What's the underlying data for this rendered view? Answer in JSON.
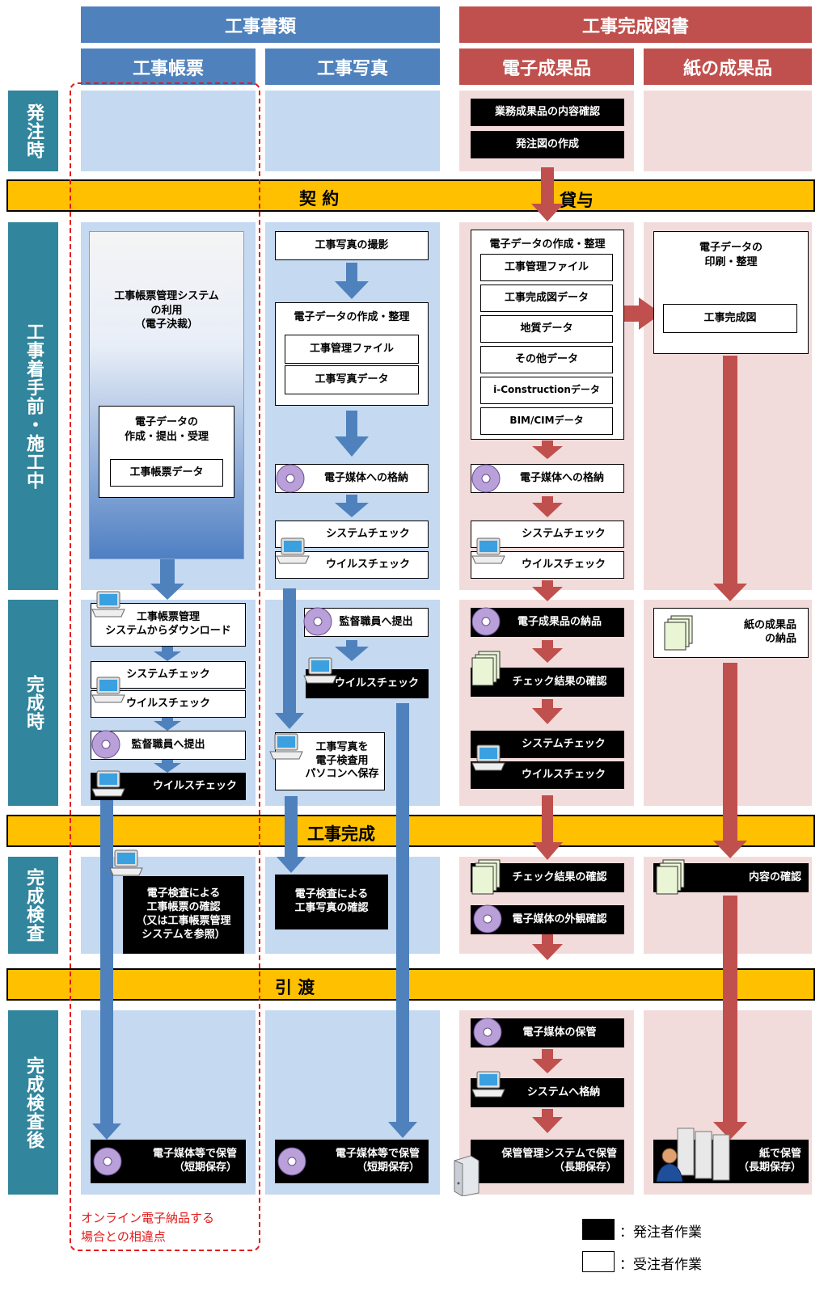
{
  "headers": {
    "koji_shorui": "工事書類",
    "koji_kansei_tosho": "工事完成図書",
    "koji_chohyo": "工事帳票",
    "koji_shashin": "工事写真",
    "denshi_seikahin": "電子成果品",
    "kami_seikahin": "紙の成果品"
  },
  "phases": {
    "hacchuji": "発注時",
    "chakushu": "工事着手前・施工中",
    "kanseiji": "完成時",
    "kansei_kensa": "完成検査",
    "kensa_go": "完成検査後"
  },
  "bars": {
    "keiyaku": "契 約",
    "taiyo": "貸与",
    "koji_kansei": "工事完成",
    "hikiwatashi": "引 渡"
  },
  "chohyo": {
    "system_use": [
      "工事帳票管理システム",
      "の利用",
      "（電子決裁）"
    ],
    "data_create": [
      "電子データの",
      "作成・提出・受理"
    ],
    "data": "工事帳票データ",
    "download": [
      "工事帳票管理",
      "システムからダウンロード"
    ],
    "system_check": "システムチェック",
    "virus_check": "ウイルスチェック",
    "submit": "監督職員へ提出",
    "virus_check2": "ウイルスチェック",
    "denshi_kensa": [
      "電子検査による",
      "工事帳票の確認",
      "（又は工事帳票管理",
      "システムを参照）"
    ],
    "hokan": "電子媒体等で保管",
    "hokan_sub": "（短期保存）"
  },
  "shashin": {
    "satsuei": "工事写真の撮影",
    "data_create": "電子データの作成・整理",
    "kanri_file": "工事管理ファイル",
    "photo_data": "工事写真データ",
    "baitai": "電子媒体への格納",
    "system_check": "システムチェック",
    "virus_check": "ウイルスチェック",
    "submit": "監督職員へ提出",
    "virus_check2": "ウイルスチェック",
    "pc_save": [
      "工事写真を",
      "電子検査用",
      "パソコンへ保存"
    ],
    "denshi_kensa": [
      "電子検査による",
      "工事写真の確認"
    ],
    "hokan": "電子媒体等で保管",
    "hokan_sub": "（短期保存）"
  },
  "denshi": {
    "naiyo_kakunin": "業務成果品の内容確認",
    "hacchuzu": "発注図の作成",
    "data_create": "電子データの作成・整理",
    "items": [
      "工事管理ファイル",
      "工事完成図データ",
      "地質データ",
      "その他データ",
      "i-Constructionデータ",
      "BIM/CIMデータ"
    ],
    "baitai": "電子媒体への格納",
    "system_check": "システムチェック",
    "virus_check": "ウイルスチェック",
    "nohin": "電子成果品の納品",
    "check_result": "チェック結果の確認",
    "system_check2": "システムチェック",
    "virus_check2": "ウイルスチェック",
    "check_result2": "チェック結果の確認",
    "gaikan": "電子媒体の外観確認",
    "baitai_hokan": "電子媒体の保管",
    "system_kakuno": "システムへ格納",
    "hokan": "保管管理システムで保管",
    "hokan_sub": "（長期保存）"
  },
  "kami": {
    "print": [
      "電子データの",
      "印刷・整理"
    ],
    "kanseizu": "工事完成図",
    "nohin": [
      "紙の成果品",
      "の納品"
    ],
    "naiyo": "内容の確認",
    "hokan": "紙で保管",
    "hokan_sub": "（長期保存）"
  },
  "note": [
    "オンライン電子納品する",
    "場合との相違点"
  ],
  "legend": {
    "hacchusha": "：発注者作業",
    "jutyusha": "：受注者作業"
  }
}
